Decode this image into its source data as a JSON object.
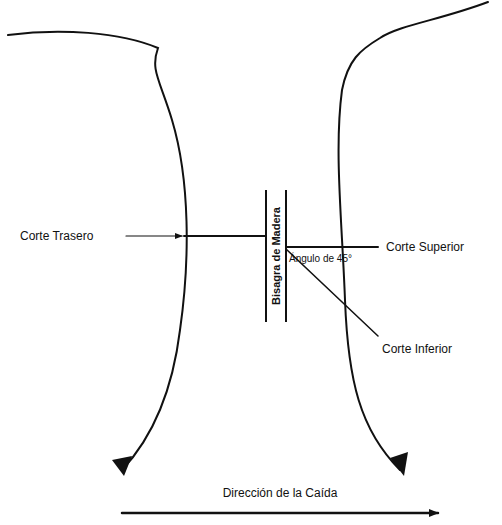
{
  "diagram": {
    "nodes": [
      {
        "text": [
          "Bisagra de Madera"
        ]
      }
    ],
    "labels": [
      "Corte Trasero",
      "Corte Superior",
      "Ángulo de 45°",
      "Corte Inferior",
      "Dirección de la Caída"
    ]
  }
}
